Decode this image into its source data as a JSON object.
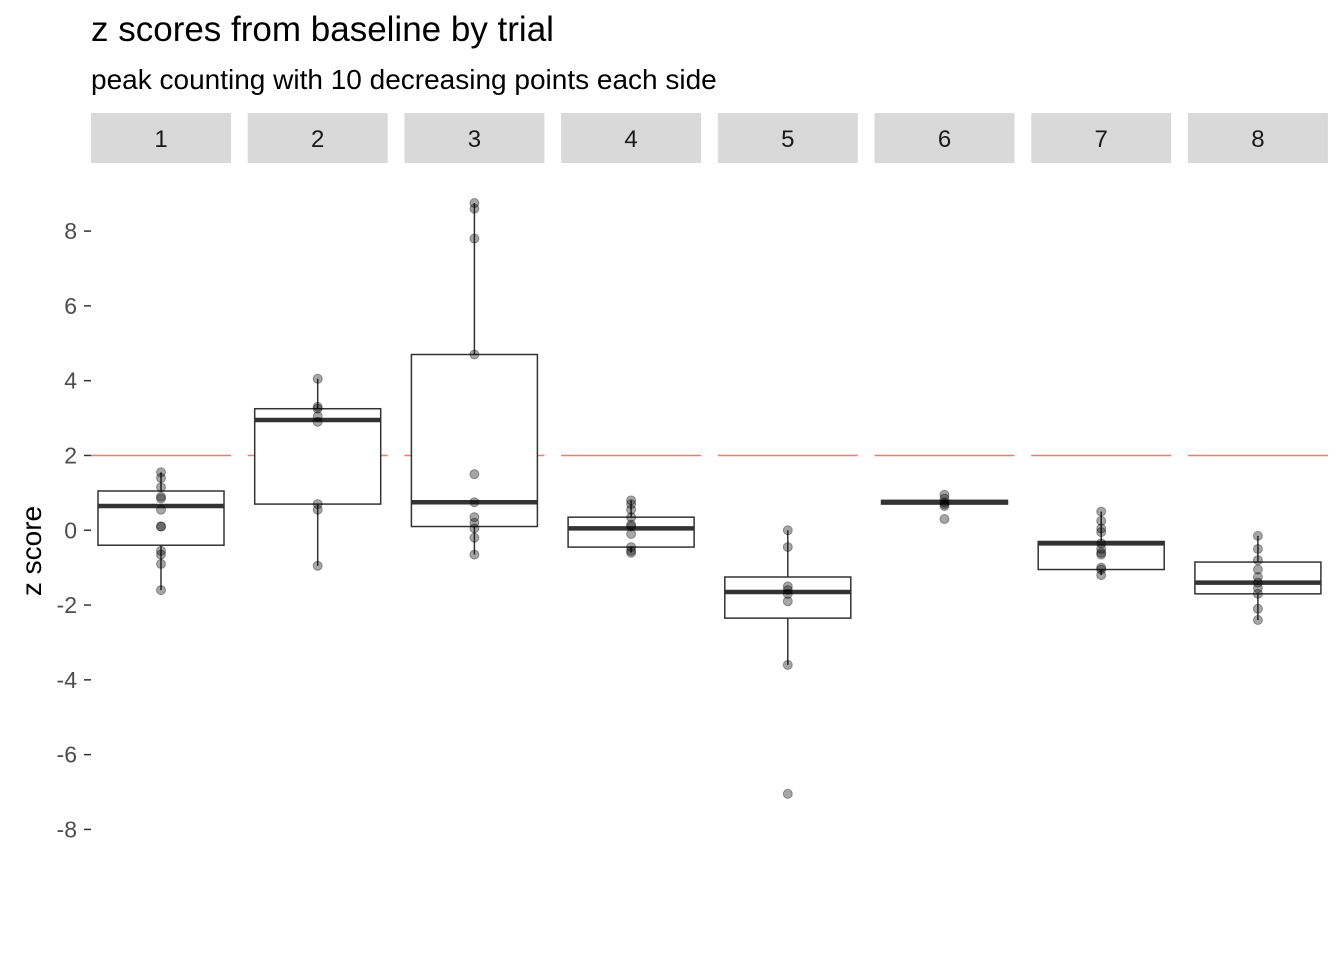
{
  "chart_data": {
    "type": "boxplot",
    "title": "z scores from baseline by trial",
    "subtitle": "peak counting with 10 decreasing points each side",
    "ylabel": "z score",
    "xlabel": "",
    "ylim": [
      -9.7,
      9.5
    ],
    "yticks": [
      8,
      6,
      4,
      2,
      0,
      -2,
      -4,
      -6,
      -8
    ],
    "ytick_labels": [
      "8",
      "6",
      "4",
      "2",
      "0",
      "-2",
      "-4",
      "-6",
      "-8"
    ],
    "reference_line": {
      "y": 2,
      "color": "#f8766d"
    },
    "facet_colors": {
      "strip_bg": "#d9d9d9",
      "box": "#333333",
      "point": "#000000"
    },
    "facets": [
      {
        "label": "1",
        "q1": -0.4,
        "median": 0.65,
        "q3": 1.05,
        "whisker_low": -1.6,
        "whisker_high": 1.55,
        "points": [
          1.55,
          1.4,
          1.15,
          0.9,
          0.85,
          0.55,
          0.1,
          0.1,
          -0.55,
          -0.65,
          -0.9,
          -1.6
        ]
      },
      {
        "label": "2",
        "q1": 0.7,
        "median": 2.95,
        "q3": 3.25,
        "whisker_low": -0.95,
        "whisker_high": 4.05,
        "points": [
          4.05,
          3.3,
          3.25,
          3.05,
          2.9,
          0.7,
          0.55,
          -0.95
        ]
      },
      {
        "label": "3",
        "q1": 0.1,
        "median": 0.75,
        "q3": 4.7,
        "whisker_low": -0.65,
        "whisker_high": 8.75,
        "points": [
          8.75,
          8.6,
          7.8,
          4.7,
          1.5,
          0.75,
          0.35,
          0.2,
          0.05,
          -0.2,
          -0.65
        ]
      },
      {
        "label": "4",
        "q1": -0.45,
        "median": 0.05,
        "q3": 0.35,
        "whisker_low": -0.6,
        "whisker_high": 0.8,
        "points": [
          0.8,
          0.7,
          0.55,
          0.35,
          0.15,
          0.1,
          -0.1,
          -0.45,
          -0.55,
          -0.6
        ]
      },
      {
        "label": "5",
        "q1": -2.35,
        "median": -1.65,
        "q3": -1.25,
        "whisker_low": -3.6,
        "whisker_high": 0.0,
        "points": [
          0.0,
          -0.45,
          -1.5,
          -1.6,
          -1.7,
          -1.9,
          -3.6,
          -7.05
        ]
      },
      {
        "label": "6",
        "q1": 0.7,
        "median": 0.75,
        "q3": 0.8,
        "whisker_low": 0.7,
        "whisker_high": 0.8,
        "points": [
          0.95,
          0.85,
          0.75,
          0.7,
          0.65,
          0.3
        ]
      },
      {
        "label": "7",
        "q1": -1.05,
        "median": -0.35,
        "q3": -0.3,
        "whisker_low": -1.2,
        "whisker_high": 0.5,
        "points": [
          0.5,
          0.25,
          0.05,
          -0.05,
          -0.35,
          -0.5,
          -0.6,
          -0.65,
          -1.0,
          -1.05,
          -1.2
        ]
      },
      {
        "label": "8",
        "q1": -1.7,
        "median": -1.4,
        "q3": -0.85,
        "whisker_low": -2.4,
        "whisker_high": -0.15,
        "points": [
          -0.15,
          -0.5,
          -0.8,
          -1.05,
          -1.25,
          -1.4,
          -1.55,
          -1.7,
          -2.1,
          -2.4
        ]
      }
    ]
  }
}
